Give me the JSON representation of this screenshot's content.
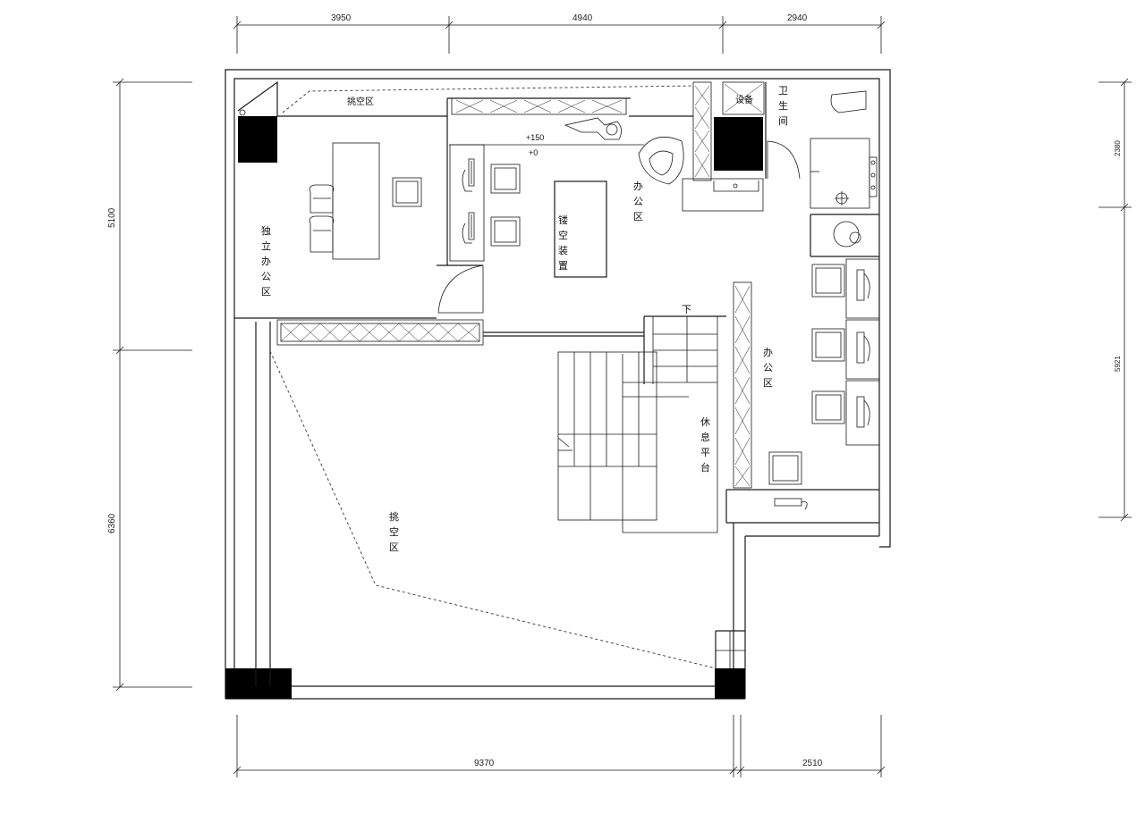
{
  "dimensions": {
    "top": [
      "3950",
      "4940",
      "2940"
    ],
    "left": [
      "5100",
      "6360"
    ],
    "right": [
      "2380",
      "5921"
    ],
    "bottom": [
      "9370",
      "2510"
    ]
  },
  "rooms": {
    "cantilever_top": "挑空区",
    "independent_office": "独立办公区",
    "office_top": "办公区",
    "office_right": "办公区",
    "bathroom": "卫生间",
    "equipment": "设备",
    "hollow_device": "镂空装置",
    "rest_platform": "休息平台",
    "cantilever_main": "挑空区",
    "stair_down": "下",
    "level_high": "+150",
    "level_zero": "+0"
  }
}
